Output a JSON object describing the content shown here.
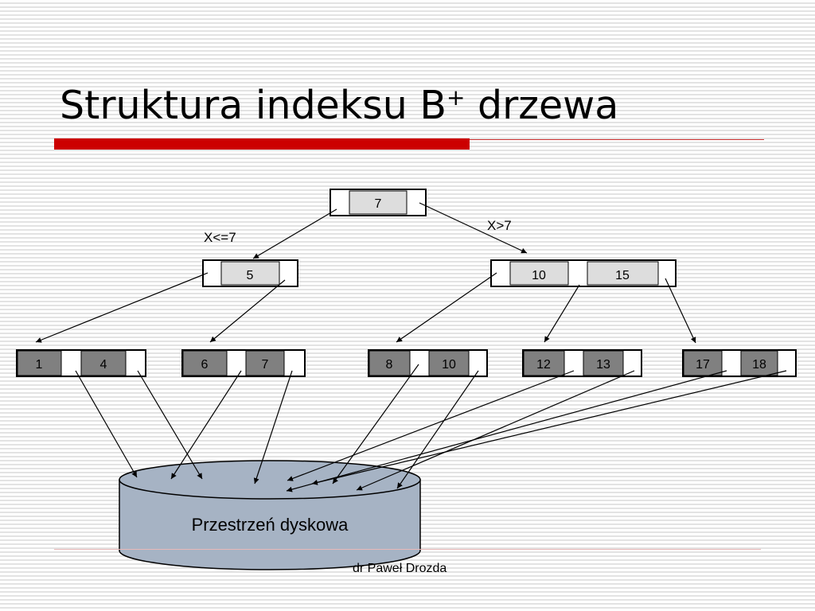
{
  "slide": {
    "title": "Struktura indeksu B",
    "title_sup": "+",
    "title_suffix": " drzewa",
    "footer": "dr Paweł Drozda"
  },
  "diagram": {
    "root": {
      "keys": [
        "7"
      ]
    },
    "edge_labels": {
      "left": "X<=7",
      "right": "X>7"
    },
    "internal_nodes": [
      {
        "keys": [
          "5"
        ]
      },
      {
        "keys": [
          "10",
          "15"
        ]
      }
    ],
    "leaf_nodes": [
      {
        "keys": [
          "1",
          "4"
        ]
      },
      {
        "keys": [
          "6",
          "7"
        ]
      },
      {
        "keys": [
          "8",
          "10"
        ]
      },
      {
        "keys": [
          "12",
          "13"
        ]
      },
      {
        "keys": [
          "17",
          "18"
        ]
      }
    ],
    "disk_label": "Przestrzeń dyskowa",
    "colors": {
      "internal_key_fill": "#dddddd",
      "leaf_key_fill": "#808080",
      "disk_fill": "#a6b3c4"
    }
  }
}
